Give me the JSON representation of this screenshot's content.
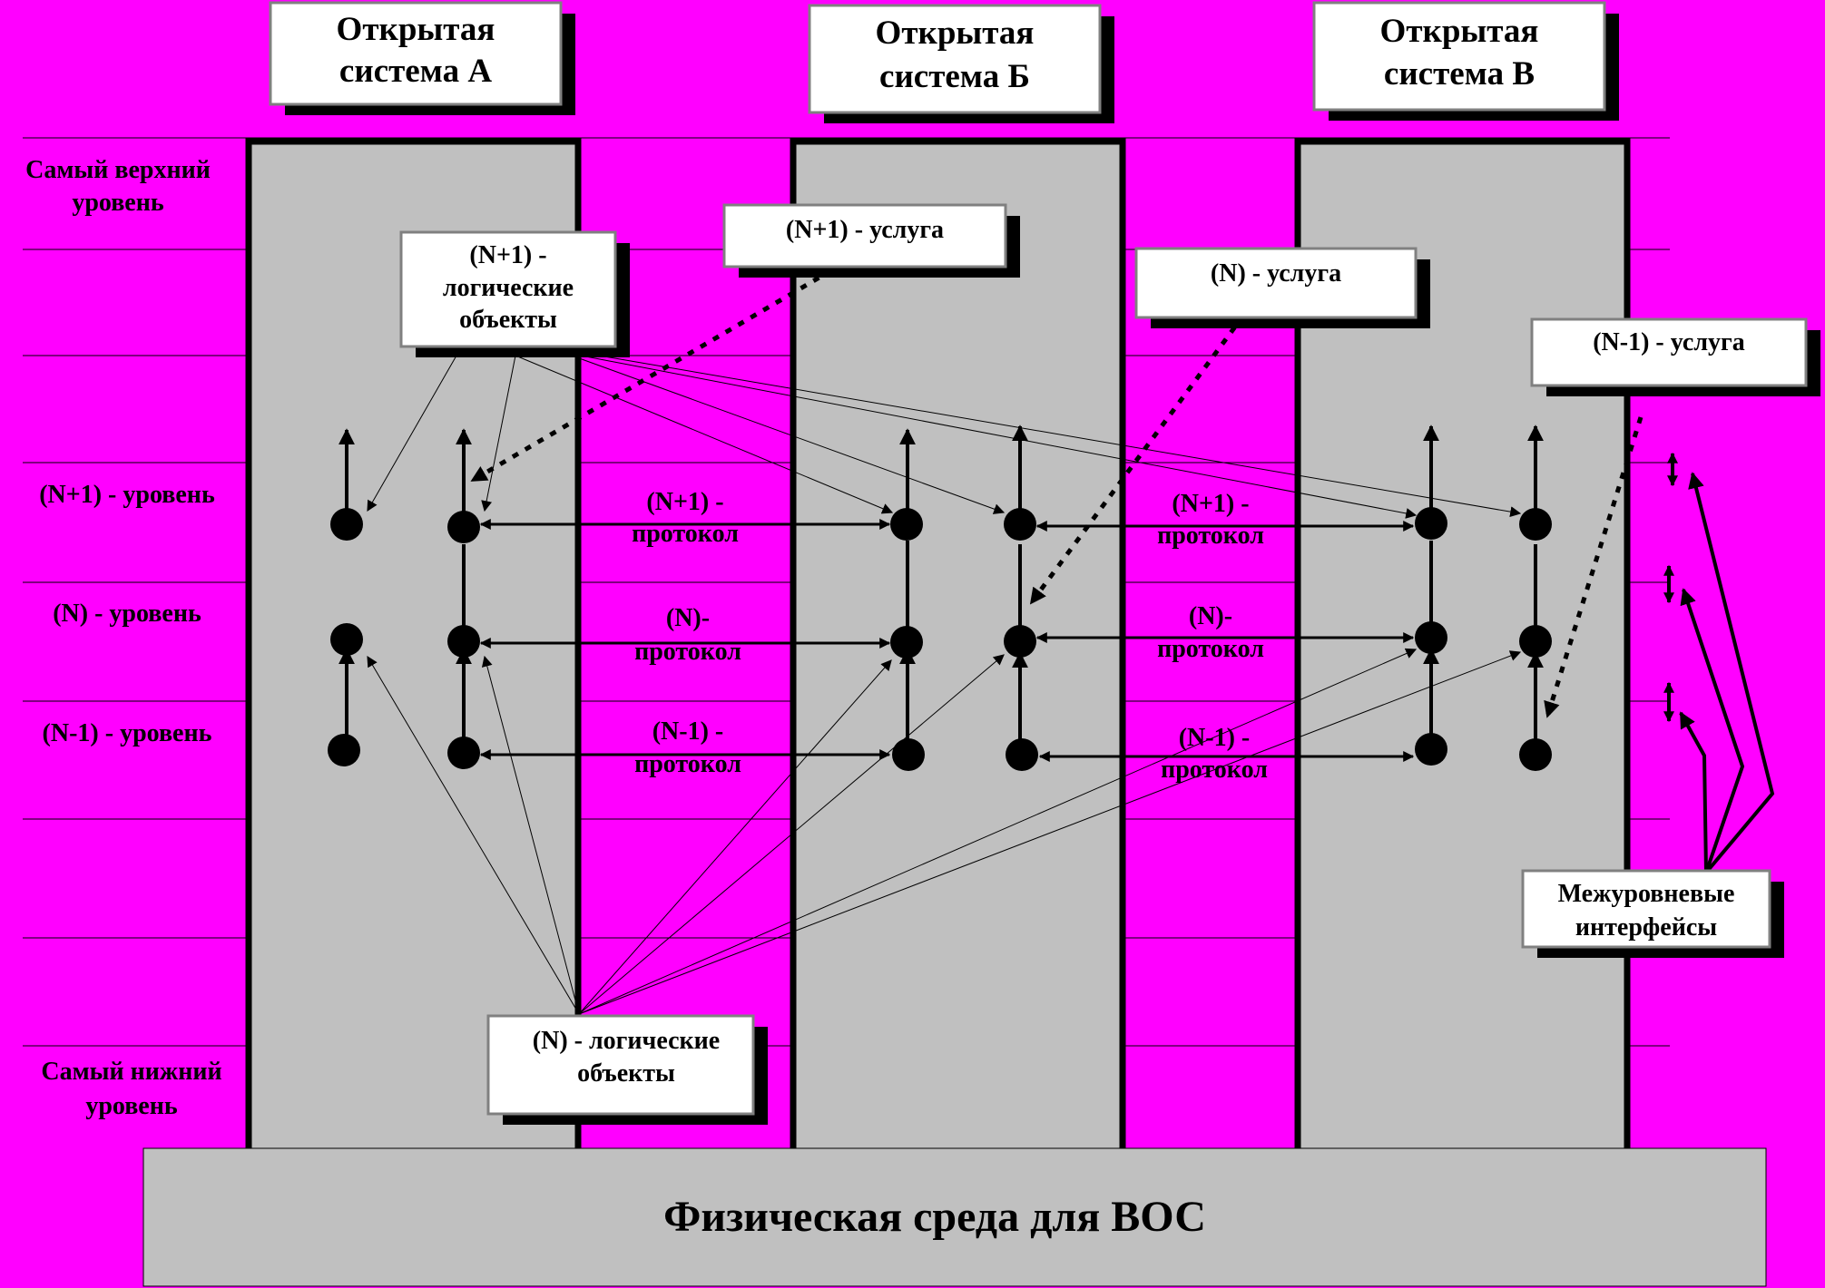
{
  "systems": [
    {
      "title_line1": "Открытая",
      "title_line2": "система А"
    },
    {
      "title_line1": "Открытая",
      "title_line2": "система Б"
    },
    {
      "title_line1": "Открытая",
      "title_line2": "система В"
    }
  ],
  "layers": {
    "top": [
      "Самый верхний",
      "уровень"
    ],
    "n_plus_1": "(N+1) - уровень",
    "n": "(N) - уровень",
    "n_minus_1": "(N-1) - уровень",
    "bottom": [
      "Самый нижний",
      "уровень"
    ]
  },
  "protocols": {
    "n_plus_1": [
      "(N+1) -",
      "протокол"
    ],
    "n": [
      "(N)-",
      "протокол"
    ],
    "n_minus_1": [
      "(N-1) -",
      "протокол"
    ]
  },
  "callouts": {
    "n_plus_1_entities": [
      "(N+1) -",
      "логические",
      "объекты"
    ],
    "n_plus_1_service": "(N+1) - услуга",
    "n_service": "(N) - услуга",
    "n_minus_1_service": "(N-1) - услуга",
    "interfaces": [
      "Межуровневые",
      "интерфейсы"
    ],
    "n_entities": [
      "(N) - логические",
      "объекты"
    ]
  },
  "physical_medium": "Физическая среда для ВОС",
  "colors": {
    "background": "#ff00ff",
    "column_fill": "#c0c0c0",
    "box_fill": "#ffffff",
    "shadow": "#000000"
  }
}
